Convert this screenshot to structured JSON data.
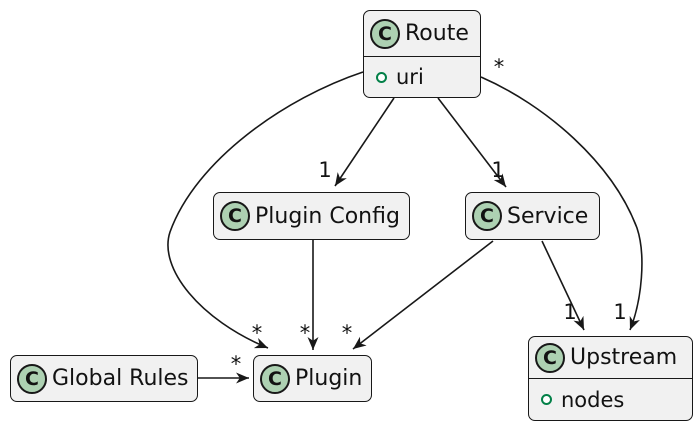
{
  "diagram_type": "uml-class-diagram",
  "icon_letter": "C",
  "colors": {
    "background": "#FFFFFF",
    "box_fill": "#F1F1F1",
    "box_border": "#181818",
    "class_icon_fill": "#ADD1B2",
    "field_icon_stroke": "#038048",
    "edge": "#181818"
  },
  "classes": {
    "route": {
      "name": "Route",
      "fields": [
        "uri"
      ]
    },
    "plugin_config": {
      "name": "Plugin Config",
      "fields": []
    },
    "service": {
      "name": "Service",
      "fields": []
    },
    "global_rules": {
      "name": "Global Rules",
      "fields": []
    },
    "plugin": {
      "name": "Plugin",
      "fields": []
    },
    "upstream": {
      "name": "Upstream",
      "fields": [
        "nodes"
      ]
    }
  },
  "edges": [
    {
      "from": "Route",
      "to": "Plugin Config",
      "target_label": "1"
    },
    {
      "from": "Route",
      "to": "Service",
      "target_label": "1"
    },
    {
      "from": "Route",
      "to": "Plugin",
      "target_label": "*"
    },
    {
      "from": "Route",
      "to": "Upstream",
      "source_label": "*",
      "target_label": "1"
    },
    {
      "from": "Plugin Config",
      "to": "Plugin",
      "target_label": "*"
    },
    {
      "from": "Service",
      "to": "Plugin",
      "target_label": "*"
    },
    {
      "from": "Service",
      "to": "Upstream",
      "target_label": "1"
    },
    {
      "from": "Global Rules",
      "to": "Plugin",
      "target_label": "*"
    }
  ]
}
